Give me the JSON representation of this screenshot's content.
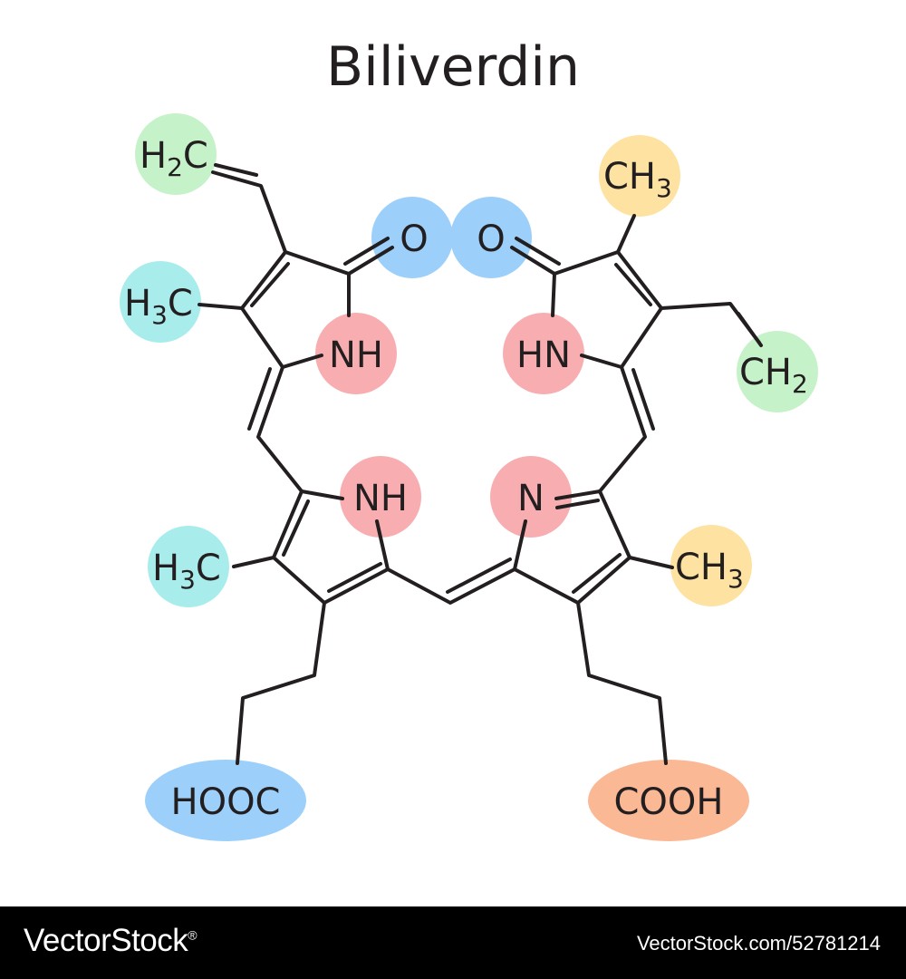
{
  "title": "Biliverdin",
  "colors": {
    "green": "#c6f2c9",
    "cyan": "#a9ecec",
    "blue": "#9cd0fa",
    "pink": "#f8aeb1",
    "yellow": "#fde2a1",
    "orange": "#fbb895",
    "ink": "#231f20"
  },
  "labels": {
    "vinyl_left": {
      "main": "H",
      "sub": "2",
      "tail": "C"
    },
    "methyl_top_left": {
      "main": "H",
      "sub": "3",
      "tail": "C"
    },
    "methyl_bottom_left": {
      "main": "H",
      "sub": "3",
      "tail": "C"
    },
    "oxygen_left": "O",
    "oxygen_right": "O",
    "nh_top_left": "NH",
    "hn_top_right": "HN",
    "nh_bottom_left": "NH",
    "n_bottom_right": "N",
    "methyl_top_right": {
      "main": "CH",
      "sub": "3"
    },
    "vinyl_right": {
      "main": "CH",
      "sub": "2"
    },
    "methyl_bottom_right": {
      "main": "CH",
      "sub": "3"
    },
    "acid_left": "HOOC",
    "acid_right": "COOH"
  },
  "footer": {
    "brand": "VectorStock",
    "registered": "®",
    "url": "VectorStock.com/52781214"
  }
}
